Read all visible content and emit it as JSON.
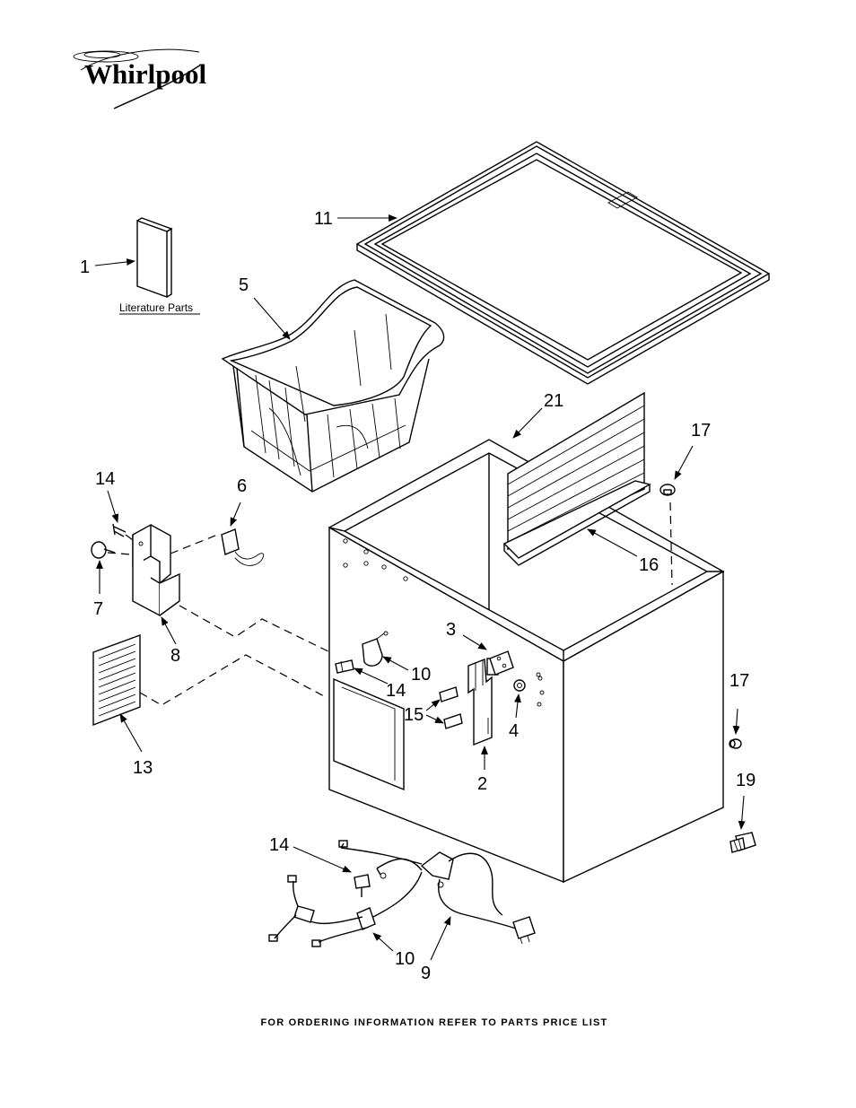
{
  "brand": {
    "name": "Whirlpool"
  },
  "literature_label": "Literature Parts",
  "footer_text": "FOR ORDERING INFORMATION REFER TO PARTS PRICE LIST",
  "callouts": [
    {
      "id": "c1",
      "label": "1"
    },
    {
      "id": "c11",
      "label": "11"
    },
    {
      "id": "c5",
      "label": "5"
    },
    {
      "id": "c21",
      "label": "21"
    },
    {
      "id": "c17a",
      "label": "17"
    },
    {
      "id": "c14a",
      "label": "14"
    },
    {
      "id": "c6",
      "label": "6"
    },
    {
      "id": "c7",
      "label": "7"
    },
    {
      "id": "c8",
      "label": "8"
    },
    {
      "id": "c16",
      "label": "16"
    },
    {
      "id": "c3",
      "label": "3"
    },
    {
      "id": "c10a",
      "label": "10"
    },
    {
      "id": "c14b",
      "label": "14"
    },
    {
      "id": "c15",
      "label": "15"
    },
    {
      "id": "c4",
      "label": "4"
    },
    {
      "id": "c17b",
      "label": "17"
    },
    {
      "id": "c13",
      "label": "13"
    },
    {
      "id": "c2",
      "label": "2"
    },
    {
      "id": "c19",
      "label": "19"
    },
    {
      "id": "c14c",
      "label": "14"
    },
    {
      "id": "c10b",
      "label": "10"
    },
    {
      "id": "c9",
      "label": "9"
    }
  ]
}
